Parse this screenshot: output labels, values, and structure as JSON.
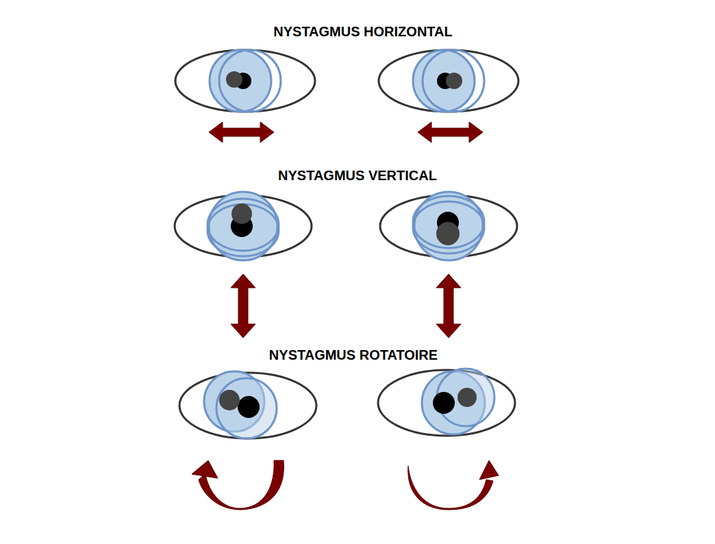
{
  "diagram": {
    "labels": [
      "NYSTAGMUS HORIZONTAL",
      "NYSTAGMUS VERTICAL",
      "NYSTAGMUS ROTATOIRE"
    ]
  }
}
